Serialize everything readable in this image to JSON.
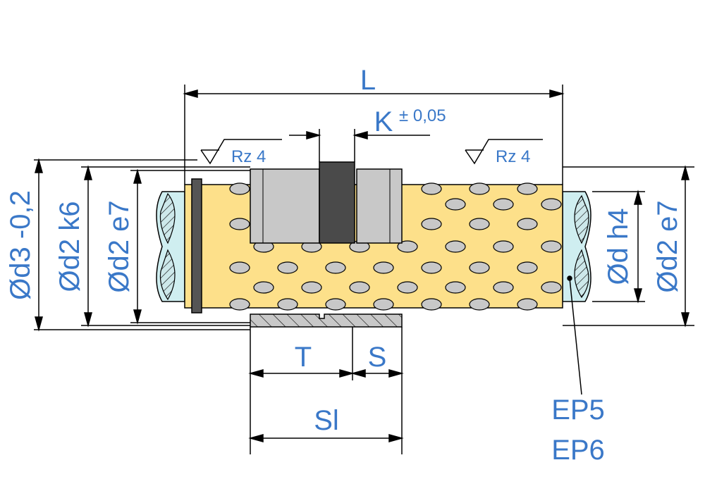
{
  "labels": {
    "L": "L",
    "K": "K",
    "K_tolerance": "± 0,05",
    "T": "T",
    "S": "S",
    "Sl": "Sl",
    "surface_left": "Rz 4",
    "surface_right": "Rz 4",
    "d3": "Ød3 -0,2",
    "d2_k6": "Ød2 k6",
    "d2_e7_left": "Ød2 e7",
    "d_h4": "Ød h4",
    "d2_e7_right": "Ød2 e7",
    "variant_1": "EP5",
    "variant_2": "EP6"
  },
  "colors": {
    "label": "#3a78c8",
    "line": "#000000",
    "cage": "#fde08a",
    "ball": "#c8c8c8",
    "bushing": "#c8c8c8",
    "ring": "#555555",
    "shaft": "#cfeef0"
  }
}
